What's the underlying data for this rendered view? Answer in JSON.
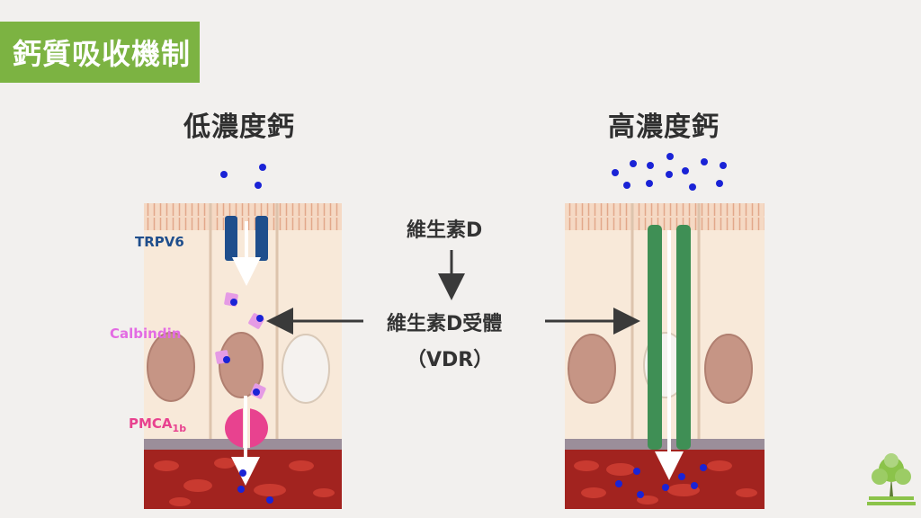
{
  "title": "鈣質吸收機制",
  "left_heading": "低濃度鈣",
  "right_heading": "高濃度鈣",
  "labels": {
    "trpv6": "TRPV6",
    "calbindin": "Calbindin",
    "pmca": "PMCA",
    "pmca_sub": "1b"
  },
  "center": {
    "vitamin_d": "維生素D",
    "vdr": "維生素D受體",
    "vdr_abbr": "（VDR）"
  },
  "colors": {
    "title_bg": "#7cb342",
    "trpv6": "#1f4e8c",
    "calbindin": "#e36be3",
    "pmca": "#e8428f",
    "paracellular": "#3f8f55",
    "calcium": "#1a23d6"
  }
}
